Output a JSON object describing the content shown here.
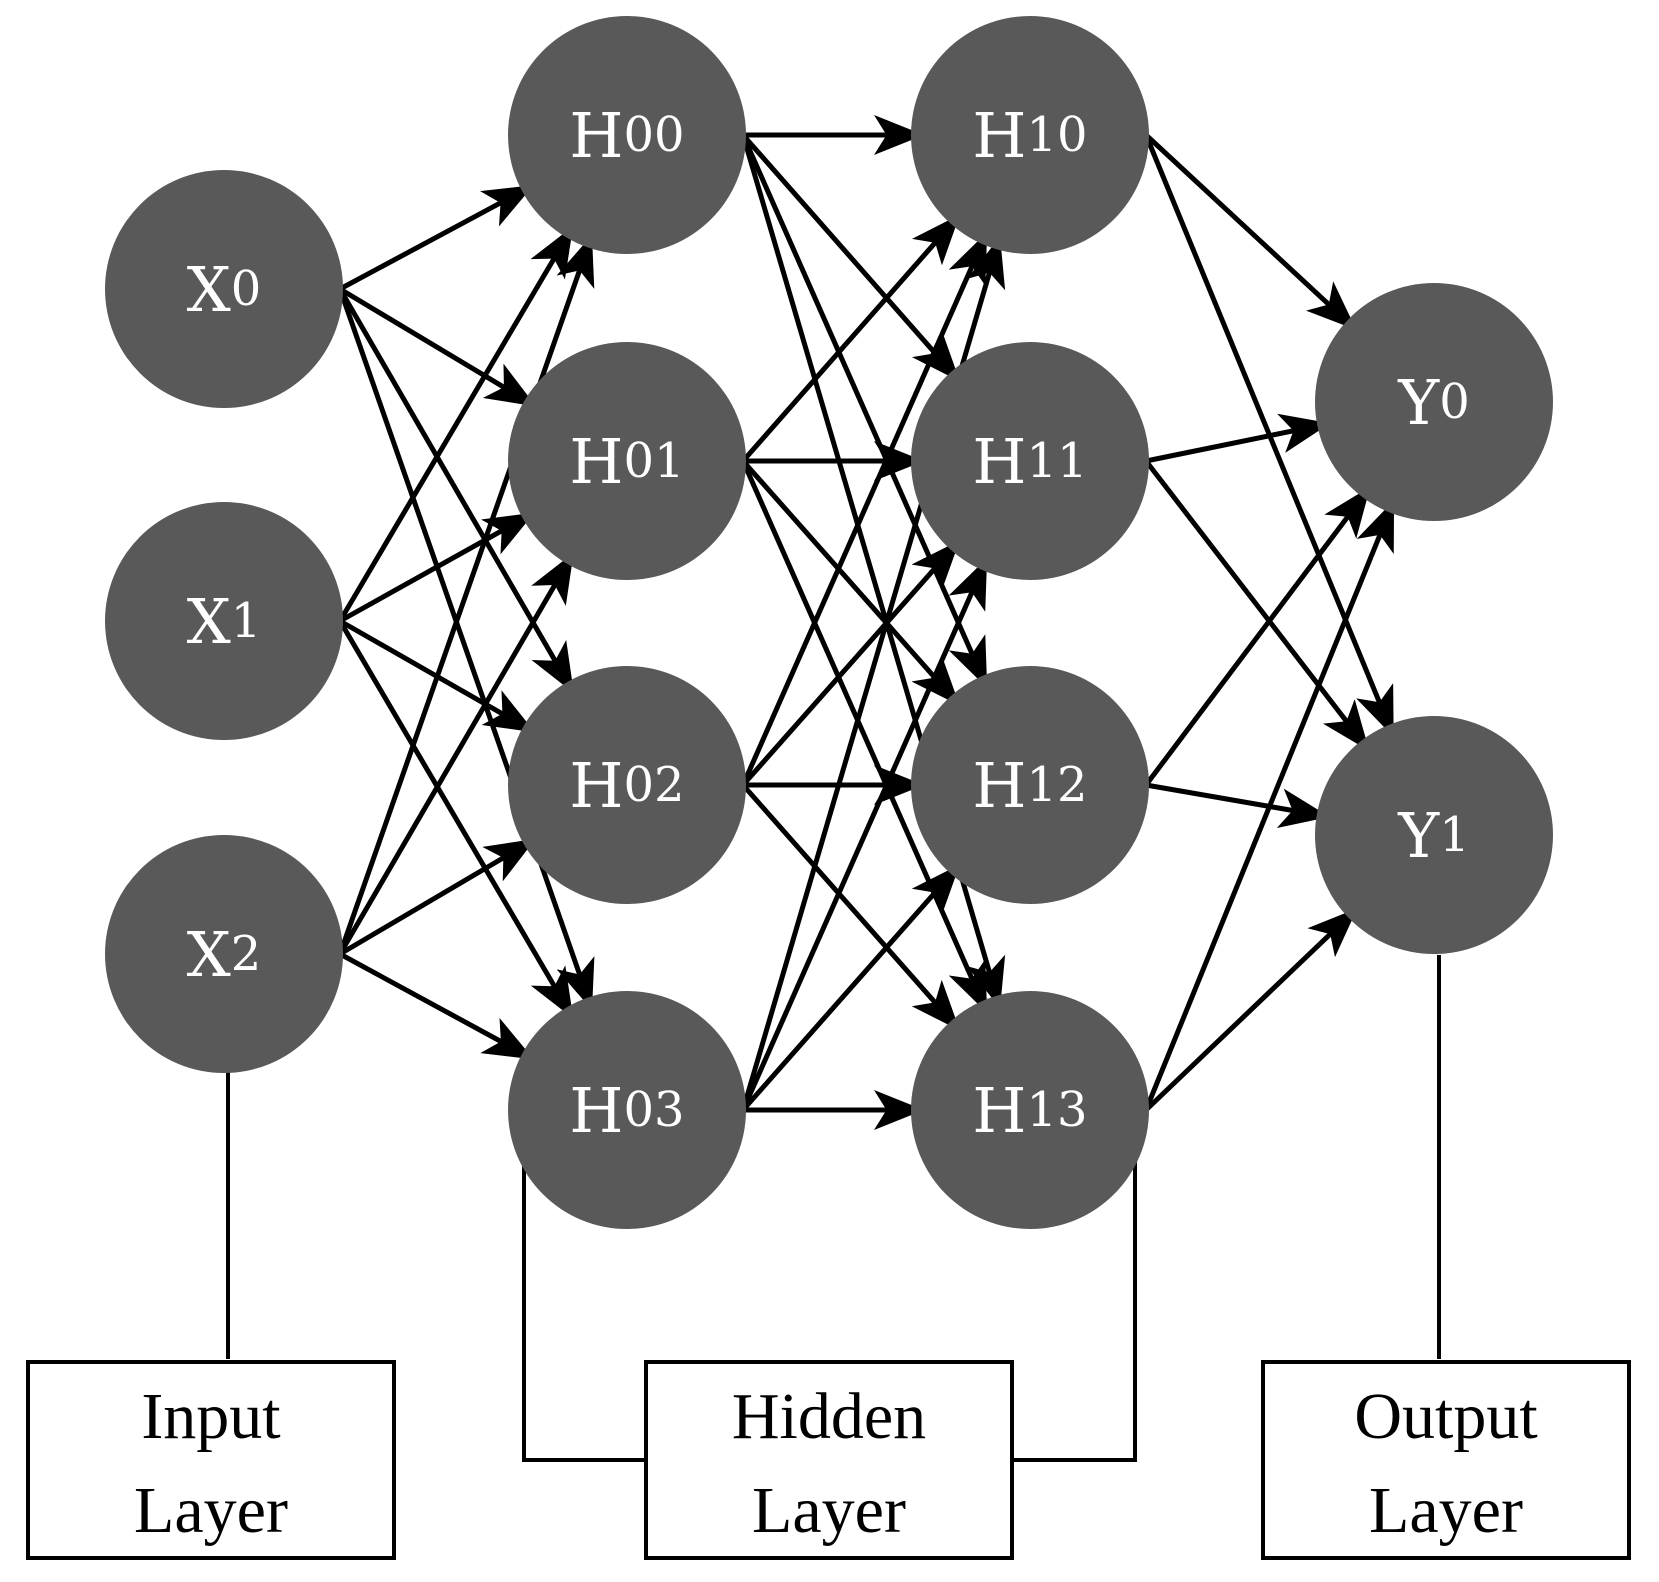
{
  "nodes": [
    {
      "id": "X0",
      "main": "X",
      "sub": "0"
    },
    {
      "id": "X1",
      "main": "X",
      "sub": "1"
    },
    {
      "id": "X2",
      "main": "X",
      "sub": "2"
    },
    {
      "id": "H00",
      "main": "H",
      "sub": "00"
    },
    {
      "id": "H01",
      "main": "H",
      "sub": "01"
    },
    {
      "id": "H02",
      "main": "H",
      "sub": "02"
    },
    {
      "id": "H03",
      "main": "H",
      "sub": "03"
    },
    {
      "id": "H10",
      "main": "H",
      "sub": "10"
    },
    {
      "id": "H11",
      "main": "H",
      "sub": "11"
    },
    {
      "id": "H12",
      "main": "H",
      "sub": "12"
    },
    {
      "id": "H13",
      "main": "H",
      "sub": "13"
    },
    {
      "id": "Y0",
      "main": "Y",
      "sub": "0"
    },
    {
      "id": "Y1",
      "main": "Y",
      "sub": "1"
    }
  ],
  "edges": [
    [
      "X0",
      "H00"
    ],
    [
      "X0",
      "H01"
    ],
    [
      "X0",
      "H02"
    ],
    [
      "X0",
      "H03"
    ],
    [
      "X1",
      "H00"
    ],
    [
      "X1",
      "H01"
    ],
    [
      "X1",
      "H02"
    ],
    [
      "X1",
      "H03"
    ],
    [
      "X2",
      "H00"
    ],
    [
      "X2",
      "H01"
    ],
    [
      "X2",
      "H02"
    ],
    [
      "X2",
      "H03"
    ],
    [
      "H00",
      "H10"
    ],
    [
      "H00",
      "H11"
    ],
    [
      "H00",
      "H12"
    ],
    [
      "H00",
      "H13"
    ],
    [
      "H01",
      "H10"
    ],
    [
      "H01",
      "H11"
    ],
    [
      "H01",
      "H12"
    ],
    [
      "H01",
      "H13"
    ],
    [
      "H02",
      "H10"
    ],
    [
      "H02",
      "H11"
    ],
    [
      "H02",
      "H12"
    ],
    [
      "H02",
      "H13"
    ],
    [
      "H03",
      "H10"
    ],
    [
      "H03",
      "H11"
    ],
    [
      "H03",
      "H12"
    ],
    [
      "H03",
      "H13"
    ],
    [
      "H10",
      "Y0"
    ],
    [
      "H10",
      "Y1"
    ],
    [
      "H11",
      "Y0"
    ],
    [
      "H11",
      "Y1"
    ],
    [
      "H12",
      "Y0"
    ],
    [
      "H12",
      "Y1"
    ],
    [
      "H13",
      "Y0"
    ],
    [
      "H13",
      "Y1"
    ]
  ],
  "layer_boxes": {
    "input": {
      "line1": "Input",
      "line2": "Layer"
    },
    "hidden": {
      "line1": "Hidden",
      "line2": "Layer"
    },
    "output": {
      "line1": "Output",
      "line2": "Layer"
    }
  },
  "colors": {
    "node_fill": "#595959",
    "node_text": "#ffffff",
    "line": "#000000"
  }
}
